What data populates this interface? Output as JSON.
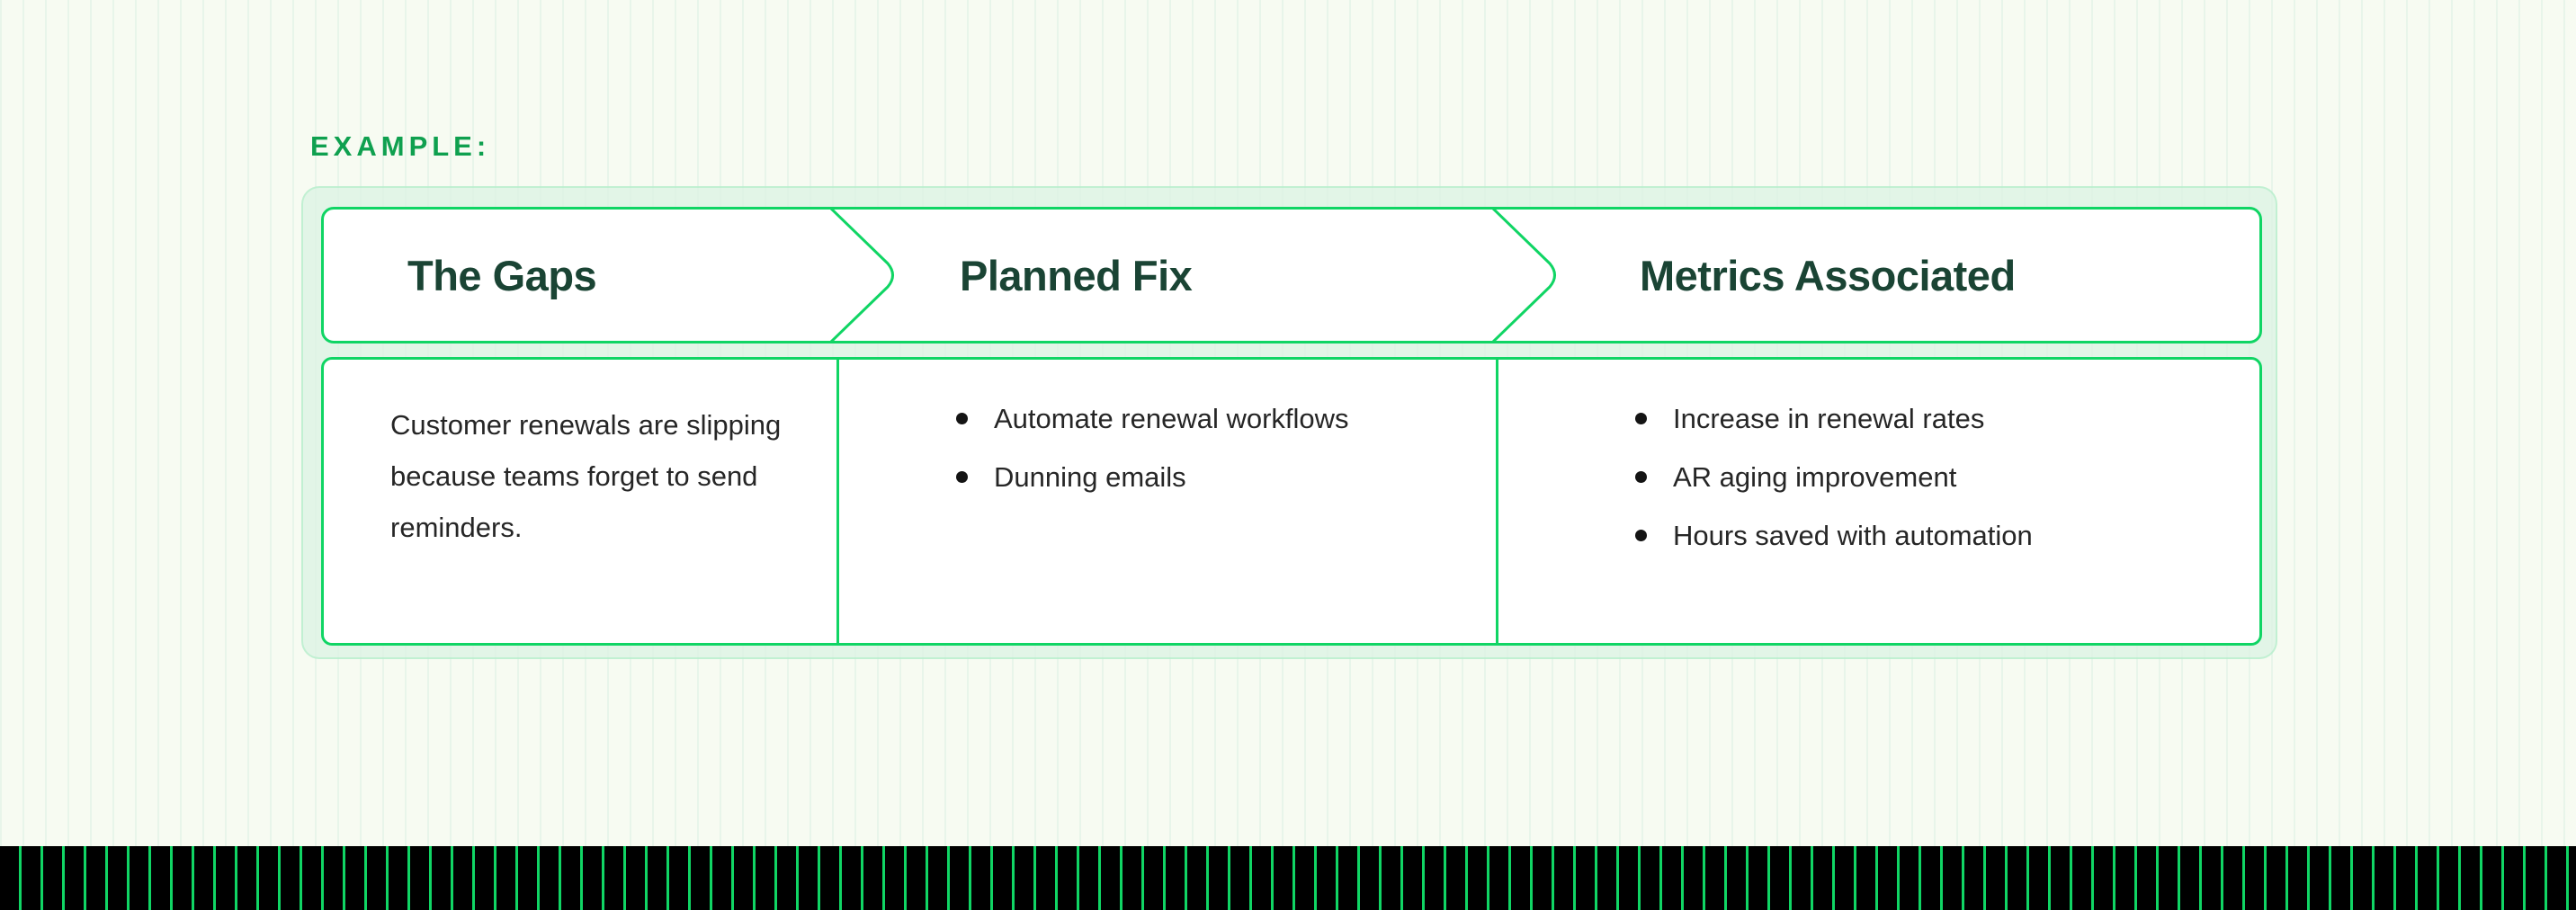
{
  "example_label": "EXAMPLE:",
  "table": {
    "columns": [
      {
        "header": "The Gaps",
        "body_text": "Customer renewals are slipping because teams forget to send reminders.",
        "bullets": []
      },
      {
        "header": "Planned Fix",
        "body_text": "",
        "bullets": [
          "Automate renewal workflows",
          "Dunning emails"
        ]
      },
      {
        "header": "Metrics Associated",
        "body_text": "",
        "bullets": [
          "Increase in renewal rates",
          "AR aging improvement",
          "Hours saved with automation"
        ]
      }
    ]
  },
  "colors": {
    "accent_green": "#10d564",
    "heading_green": "#1a4434",
    "label_green": "#0fa04f",
    "body_text": "#262626",
    "panel_mint": "#ddf3e4",
    "page_background": "#f7fbf2",
    "stripe_light": "#e8f5ea",
    "footer_background": "#000000"
  }
}
